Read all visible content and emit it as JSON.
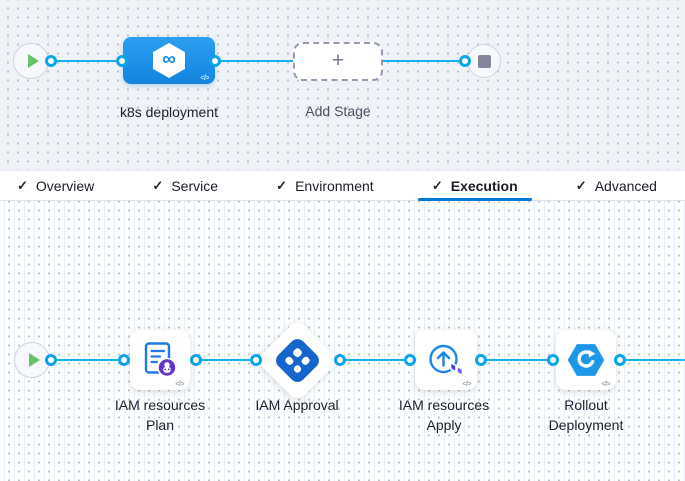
{
  "glyphs": {
    "check": "✓",
    "plus": "+",
    "code": "</>",
    "infinity": "∞"
  },
  "colors": {
    "accent_blue": "#0278d5",
    "connector": "#12b2ef",
    "stage_node_blue": "#1b8ce6",
    "approval_blue": "#1565cd",
    "plan_purple": "#6135c9",
    "canvas_top_bg": "#eff3f7"
  },
  "stage_editor": {
    "stage": {
      "label": "k8s deployment"
    },
    "add_stage": {
      "label": "Add Stage"
    }
  },
  "tabs": [
    {
      "label": "Overview"
    },
    {
      "label": "Service"
    },
    {
      "label": "Environment"
    },
    {
      "label": "Execution",
      "active": true
    },
    {
      "label": "Advanced"
    }
  ],
  "execution": {
    "steps": [
      {
        "label": "IAM resources Plan",
        "type": "terraform-plan"
      },
      {
        "label": "IAM Approval",
        "type": "harness-approval"
      },
      {
        "label": "IAM resources Apply",
        "type": "terraform-apply"
      },
      {
        "label": "Rollout Deployment",
        "type": "k8s-rolling-deploy"
      }
    ]
  }
}
